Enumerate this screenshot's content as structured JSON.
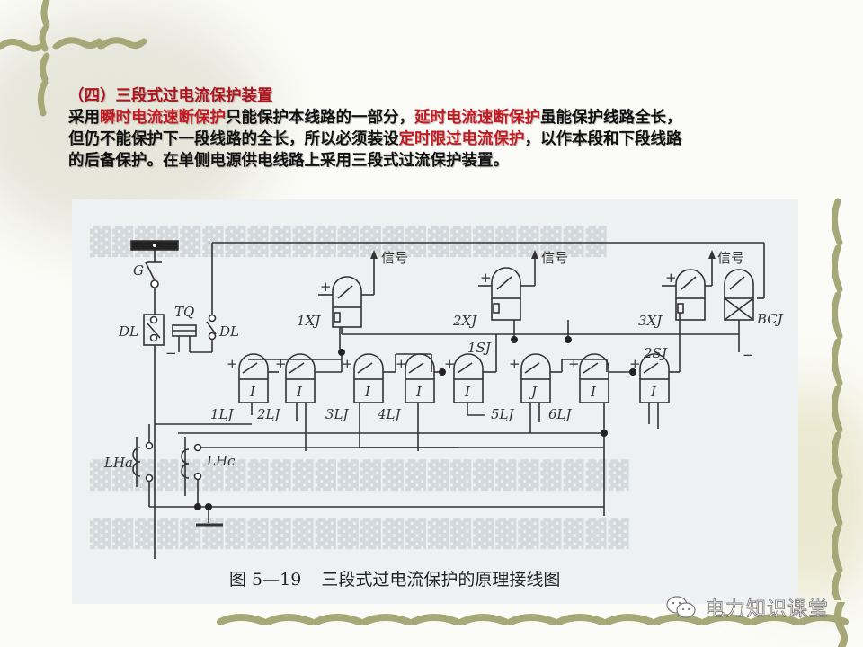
{
  "slide": {
    "heading": {
      "title": "（四）三段式过电流保护装置",
      "paragraph": [
        {
          "text": "采用",
          "highlight": false
        },
        {
          "text": "瞬时电流速断保护",
          "highlight": true
        },
        {
          "text": "只能保护本线路的一部分，",
          "highlight": false
        },
        {
          "text": "延时电流速断保护",
          "highlight": true
        },
        {
          "text": "虽能保护线路全长，",
          "highlight": false
        },
        {
          "text": "但仍不能保护下一段线路的全长，所以必须装设",
          "highlight": false
        },
        {
          "text": "定时限过电流保护",
          "highlight": true
        },
        {
          "text": "，以作本段和下段线路",
          "highlight": false
        },
        {
          "text": "的后备保护。在单侧电源供电线路上采用三段式过流保护装置。",
          "highlight": false
        }
      ]
    },
    "colors": {
      "title_red": "#b0141e",
      "highlight_red": "#c41a22",
      "body_text": "#111111",
      "vine_green": "#a7a878",
      "scan_bg": "#eef1f2"
    },
    "diagram": {
      "caption_number": "图 5—19",
      "caption_text": "三段式过电流保护的原理接线图",
      "labels": {
        "G": "G",
        "DL_left": "DL",
        "TQ": "TQ",
        "DL_right": "DL",
        "signal": "信号",
        "XJ1": "1XJ",
        "XJ2": "2XJ",
        "XJ3": "3XJ",
        "BCJ": "BCJ",
        "SJ1": "1SJ",
        "SJ2": "2SJ",
        "LJ1": "1LJ",
        "LJ2": "2LJ",
        "LJ3": "3LJ",
        "LJ4": "4LJ",
        "LJ5": "5LJ",
        "LJ6": "6LJ",
        "LHa": "LHa",
        "LHc": "LHc",
        "coil_I": "I",
        "coil_J": "J",
        "plus": "+",
        "minus": "−"
      }
    },
    "watermark": {
      "icon": "wechat-icon",
      "text": "电力知识课堂"
    }
  }
}
